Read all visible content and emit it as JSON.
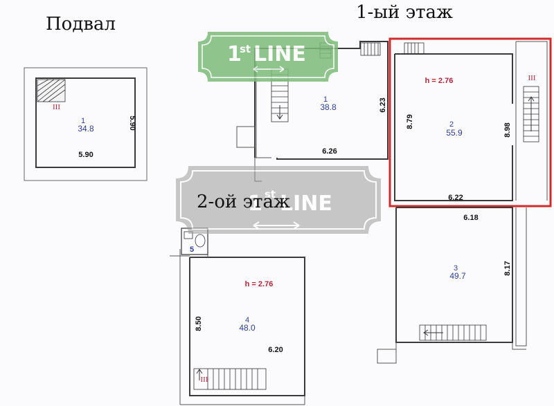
{
  "sections": {
    "basement_title": "Подвал",
    "first_floor_title": "1-ый этаж",
    "second_floor_title": "2-ой этаж"
  },
  "watermark": {
    "text": "LINE",
    "sup": "st",
    "num": "1",
    "green": "#7dbb7a",
    "gray": "#9c9c9c"
  },
  "basement": {
    "room_no": "1",
    "area": "34.8",
    "width": "5.90",
    "height": "5.90",
    "stair_mark": "III"
  },
  "first_floor": {
    "room1": {
      "room_no": "1",
      "area": "38.8",
      "dim_w": "6.26",
      "dim_h": "6.23"
    },
    "room2": {
      "room_no": "2",
      "area": "55.9",
      "h_label": "h = 2.76",
      "dim_left": "8.79",
      "dim_right": "8.98",
      "dim_bottom": "6.22",
      "stair_mark": "III"
    }
  },
  "second_floor": {
    "room3": {
      "room_no": "3",
      "area": "49.7",
      "dim_top": "6.18",
      "dim_right": "8.17"
    },
    "room4": {
      "room_no": "4",
      "area": "48.0",
      "h_label": "h = 2.76",
      "dim_left": "8.50",
      "dim_w": "6.20",
      "stair_mark": "III"
    },
    "room5": {
      "room_no": "5"
    }
  },
  "highlight_color": "#d42a2a"
}
